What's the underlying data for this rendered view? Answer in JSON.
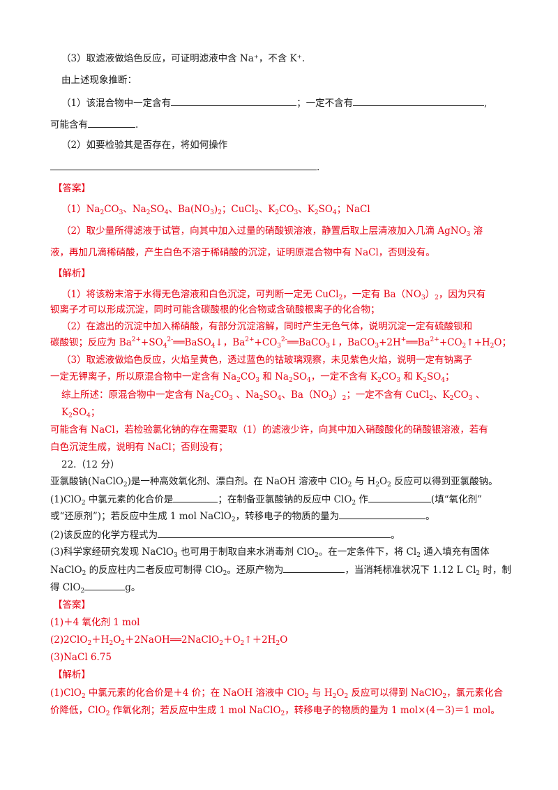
{
  "part1": {
    "obs3": "（3）取滤液做焰色反应，可证明滤液中含 Na⁺，不含 K⁺.",
    "infer": "由上述现象推断：",
    "q1a": "（1）该混合物中一定含有",
    "q1b": "；一定不含有",
    "q1c": ",",
    "q1d": "可能含有",
    "q1e": ".",
    "q2": "（2）如要检验其是否存在，将如何操作",
    "q2end": ".",
    "answer_tag": "【答案】",
    "ans1": "（1）Na2CO3、Na2SO4、Ba(NO3)2；CuCl2、K2CO3、K2SO4；NaCl",
    "ans2a": "（2）取少量所得滤液于试管，向其中加入过量的硝酸钡溶液，静置后取上层清液加入几滴 AgNO3 溶",
    "ans2b": "液，再加几滴稀硝酸，产生白色不溶于稀硝酸的沉淀，证明原混合物中有 NaCl，否则没有。",
    "analysis_tag": "【解析】",
    "an1a": "（1）将该粉末溶于水得无色溶液和白色沉淀，可判断一定无 CuCl2，一定有 Ba（NO3）2，因为只有",
    "an1b": "钡离子才可以形成沉淀，同时可能含碳酸根的化合物或含硫酸根离子的化合物；",
    "an2a": "（2）在滤出的沉淀中加入稀硝酸，有部分沉淀溶解，同时产生无色气体，说明沉淀一定有硫酸钡和",
    "an2b": "碳酸钡；反应为 Ba2+ +SO42- ══BaSO4↓，Ba2+ +CO32- ══BaCO3↓，BaCO3+2H+ ══Ba2+ +CO2↑+H2O；",
    "an3a": "（3）取滤液做焰色反应，火焰呈黄色，透过蓝色的钴玻璃观察，未见紫色火焰，说明一定有钠离子",
    "an3b": "一定无钾离子，所以原混合物中一定含有 Na2CO3 和 Na2SO4，一定不含有 K2CO3 和 K2SO4；",
    "sum_a": "综上所述：原混合物中一定含有 Na2CO3 、Na2SO4、Ba（NO3）2；一定不含有 CuCl2、K2CO3 、",
    "sum_b": "K2SO4；",
    "sum_c": "可能含有 NaCl，若检验氯化钠的存在需要取（1）的滤液少许，向其中加入硝酸酸化的硝酸银溶液，若有",
    "sum_d": "白色沉淀生成，说明有 NaCl；否则没有；"
  },
  "q22": {
    "header": "22.（12 分）",
    "intro": "亚氯酸钠(NaClO2)是一种高效氧化剂、漂白剂。在 NaOH 溶液中 ClO2 与 H2O2 反应可以得到亚氯酸钠。",
    "s1a": "(1)ClO2 中氯元素的化合价是",
    "s1b": "；在制备亚氯酸钠的反应中 ClO2 作",
    "s1c": "(填“氧化剂”",
    "s1d": "或“还原剂”)；若反应中生成 1 mol NaClO2，转移电子的物质的量为",
    "s1e": "。",
    "s2a": "(2)该反应的化学方程式为",
    "s2b": "。",
    "s3a": "(3)科学家经研究发现 NaClO3 也可用于制取自来水消毒剂 ClO2。在一定条件下，将 Cl2 通入填充有固体",
    "s3b": "NaClO2 的反应柱内二者反应可制得 ClO2。还原产物为",
    "s3c": "，当消耗标准状况下 1.12 L Cl2 时，制",
    "s3d": "得 ClO2",
    "s3e": "g。",
    "answer_tag": "【答案】",
    "a1": "(1)＋4    氧化剂    1 mol",
    "a2": "(2)2ClO2＋H2O2＋2NaOH══2NaClO2＋O2↑＋2H2O",
    "a3": "(3)NaCl    6.75",
    "analysis_tag": "【解析】",
    "an1a": "(1)ClO2 中氯元素的化合价是＋4 价；在 NaOH 溶液中 ClO2 与 H2O2 反应可以得到 NaClO2，氯元素化合",
    "an1b": "价降低，ClO2 作氧化剂；若反应中生成 1 mol NaClO2，转移电子的物质的量为 1 mol×(4－3)＝1 mol。"
  },
  "colors": {
    "answer_red": "#e60012",
    "text": "#1a1a1a"
  }
}
